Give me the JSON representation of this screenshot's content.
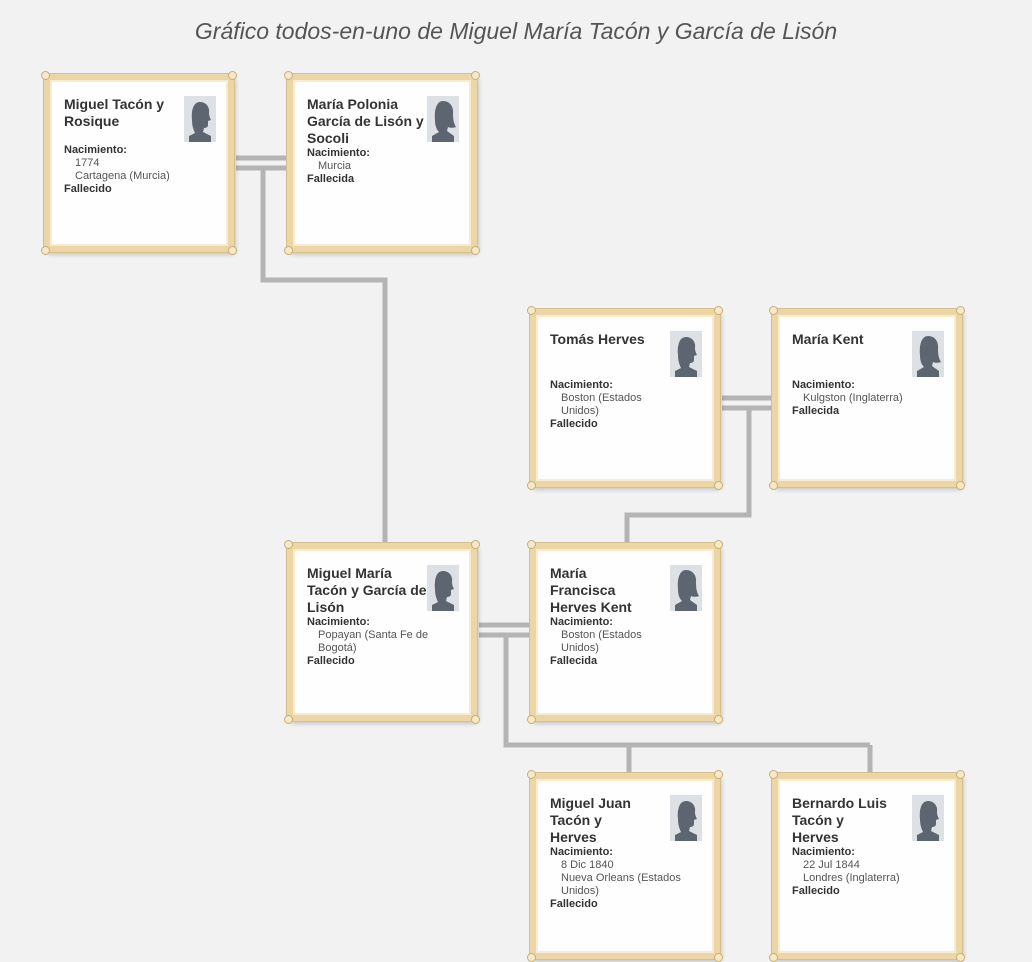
{
  "title": "Gráfico todos-en-uno de Miguel María Tacón y García de Lisón",
  "birth_label": "Nacimiento:",
  "people": {
    "miguel_tacon_rosique": {
      "name": "Miguel Tacón y Rosique",
      "birth_date": "1774",
      "birth_place": "Cartagena (Murcia)",
      "status": "Fallecido"
    },
    "maria_polonia": {
      "name": "María Polonia García de Lisón y Socoli",
      "birth_place": "Murcia",
      "status": "Fallecida"
    },
    "tomas_herves": {
      "name": "Tomás Herves",
      "birth_place": "Boston (Estados Unidos)",
      "status": "Fallecido"
    },
    "maria_kent": {
      "name": "María Kent",
      "birth_place": "Kulgston (Inglaterra)",
      "status": "Fallecida"
    },
    "miguel_maria": {
      "name": "Miguel María Tacón y García de Lisón",
      "birth_place": "Popayan (Santa Fe de Bogotá)",
      "status": "Fallecido"
    },
    "maria_francisca": {
      "name": "María Francisca Herves Kent",
      "birth_place": "Boston (Estados Unidos)",
      "status": "Fallecida"
    },
    "miguel_juan": {
      "name": "Miguel Juan Tacón y Herves",
      "birth_date": "8 Dic 1840",
      "birth_place": "Nueva Orleans (Estados Unidos)",
      "status": "Fallecido"
    },
    "bernardo_luis": {
      "name": "Bernardo Luis Tacón y Herves",
      "birth_date": "22 Jul 1844",
      "birth_place": "Londres (Inglaterra)",
      "status": "Fallecido"
    }
  }
}
